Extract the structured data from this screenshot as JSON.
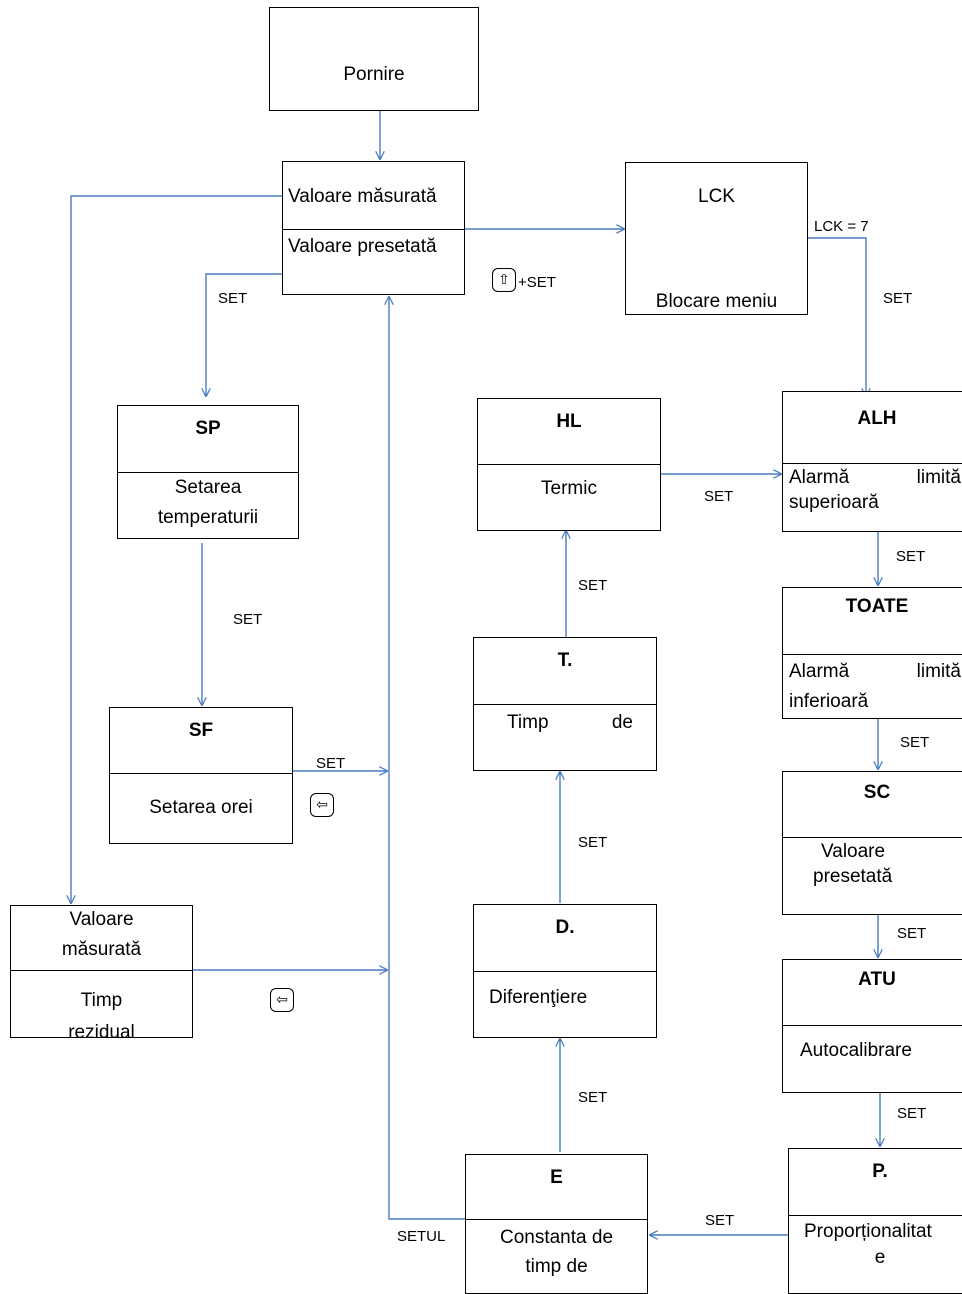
{
  "boxes": {
    "pornire": "Pornire",
    "main": {
      "line1": "Valoare măsurată",
      "line2": "Valoare presetată"
    },
    "lck": {
      "title": "LCK",
      "sub": "Blocare meniu"
    },
    "sp": {
      "title": "SP",
      "line1": "Setarea",
      "line2": "temperaturii"
    },
    "sf": {
      "title": "SF",
      "line1": "Setarea orei"
    },
    "meas": {
      "line1": "Valoare",
      "line2": "măsurată",
      "line3": "Timp",
      "line4": "rezidual"
    },
    "hl": {
      "title": "HL",
      "line1": "Termic"
    },
    "t": {
      "title": "T.",
      "word1": "Timp",
      "word2": "de"
    },
    "d": {
      "title": "D.",
      "line1": "Diferenţiere"
    },
    "e": {
      "title": "E",
      "line1": "Constanta de",
      "line2": "timp de"
    },
    "alh": {
      "title": "ALH",
      "word1": "Alarmă",
      "word2": "limită",
      "line2": "superioară"
    },
    "toate": {
      "title": "TOATE",
      "word1": "Alarmă",
      "word2": "limită",
      "line2": "inferioară"
    },
    "sc": {
      "title": "SC",
      "line1": "Valoare",
      "line2": "presetată"
    },
    "atu": {
      "title": "ATU",
      "line1": "Autocalibrare"
    },
    "p": {
      "title": "P.",
      "line1": "Proporționalitat",
      "line2": "e"
    }
  },
  "labels": {
    "set": "SET",
    "set_shift": "+SET",
    "lck_eq": "LCK = 7",
    "setul": "SETUL"
  },
  "icons": {
    "shift_key": "⇧",
    "enter_key": "⇦"
  },
  "colors": {
    "wire": "#4a7cc0"
  }
}
